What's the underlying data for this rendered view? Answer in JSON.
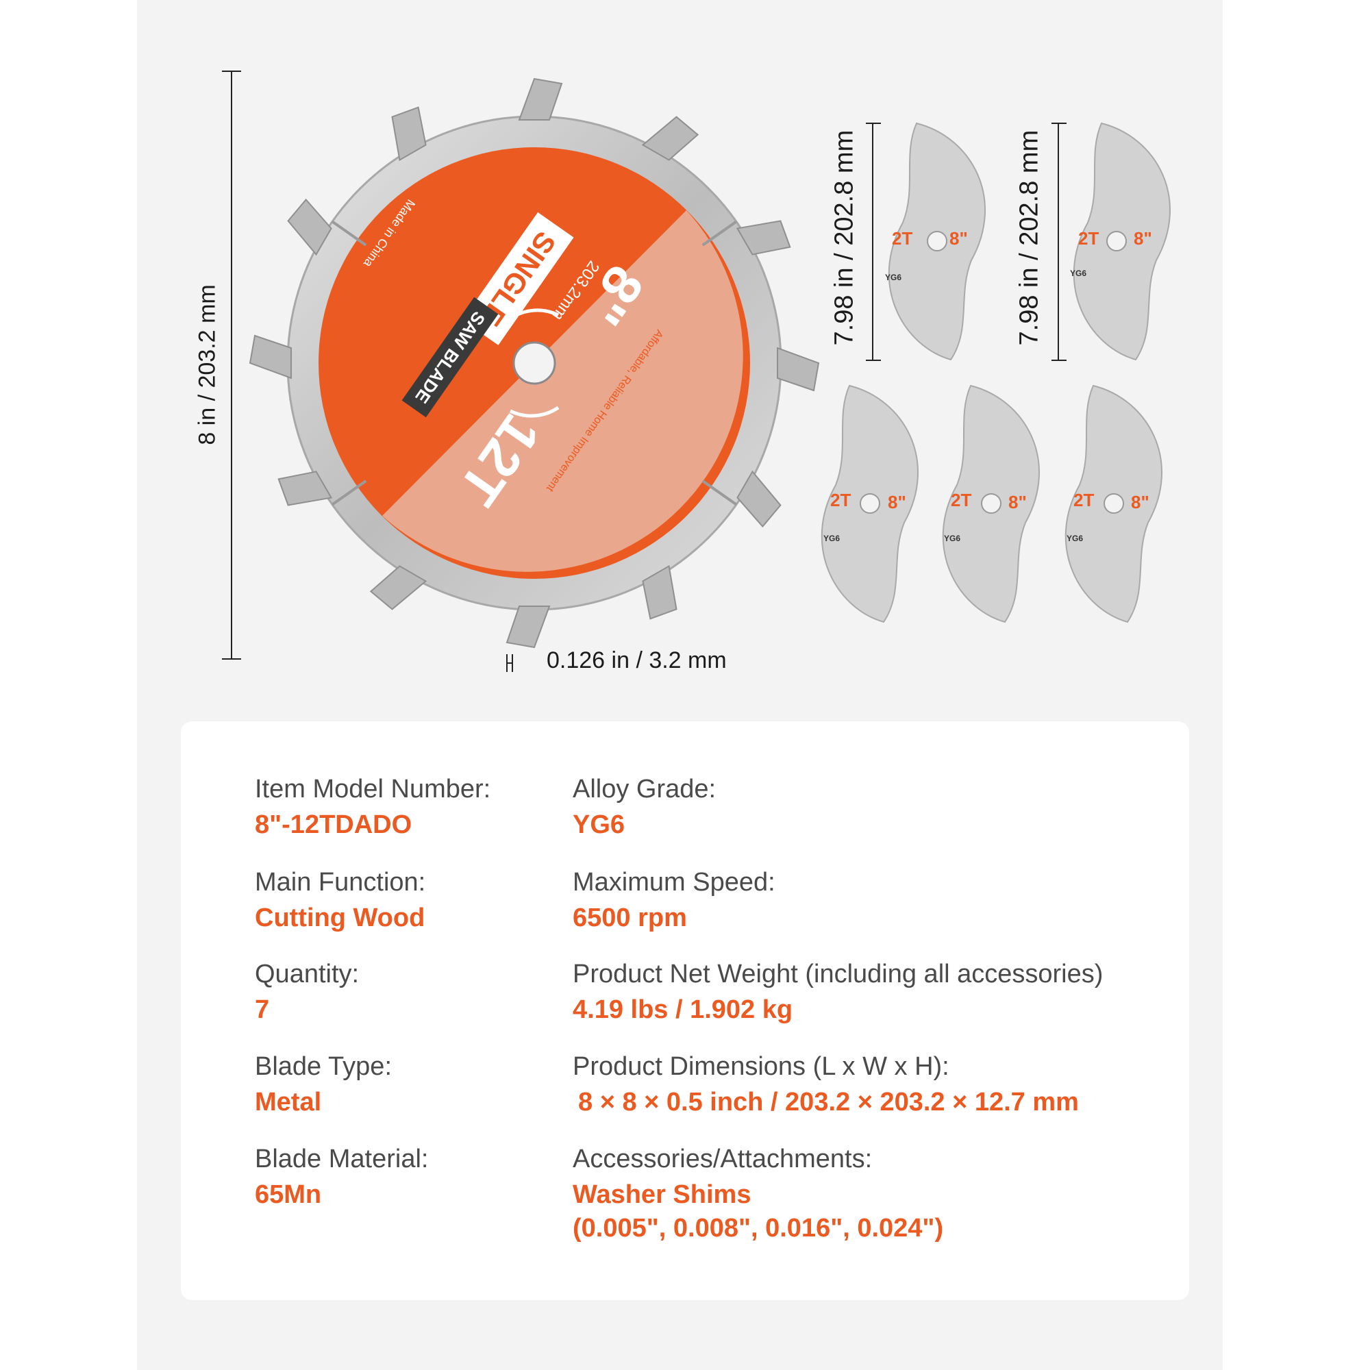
{
  "dimensions": {
    "blade_diameter": "8 in / 203.2 mm",
    "blade_thickness": "0.126 in / 3.2 mm",
    "chipper_diameter": "7.98 in / 202.8 mm"
  },
  "main_blade": {
    "size_label": "8\"",
    "metric_label": "203.2mm",
    "teeth_label": "12T",
    "banner_word_1": "SINGLE",
    "banner_word_2": "SAW BLADE",
    "made_in": "Made in China",
    "tagline": "Affordable, Reliable Home Improvement"
  },
  "chipper_blade": {
    "teeth_label": "2T",
    "size_label": "8\"",
    "grade_label": "YG6"
  },
  "specs": {
    "model_label": "Item Model Number:",
    "model_value": "8\"-12TDADO",
    "function_label": "Main Function:",
    "function_value": "Cutting Wood",
    "quantity_label": "Quantity:",
    "quantity_value": "7",
    "blade_type_label": "Blade Type:",
    "blade_type_value": "Metal",
    "material_label": "Blade Material:",
    "material_value": "65Mn",
    "alloy_label": "Alloy Grade:",
    "alloy_value": "YG6",
    "speed_label": "Maximum Speed:",
    "speed_value": "6500 rpm",
    "weight_label": "Product Net Weight (including all accessories)",
    "weight_value": "4.19 lbs / 1.902 kg",
    "dims_label": "Product Dimensions (L x W x H):",
    "dims_value": "8 × 8 × 0.5 inch / 203.2 × 203.2 × 12.7 mm",
    "accessories_label": "Accessories/Attachments:",
    "accessories_value_1": "Washer Shims",
    "accessories_value_2": "(0.005\", 0.008\", 0.016\", 0.024\")"
  },
  "colors": {
    "accent": "#ea5a21",
    "blade_steel": "#cfcfcf",
    "label": "#4a4a4a",
    "background": "#f3f3f3"
  }
}
